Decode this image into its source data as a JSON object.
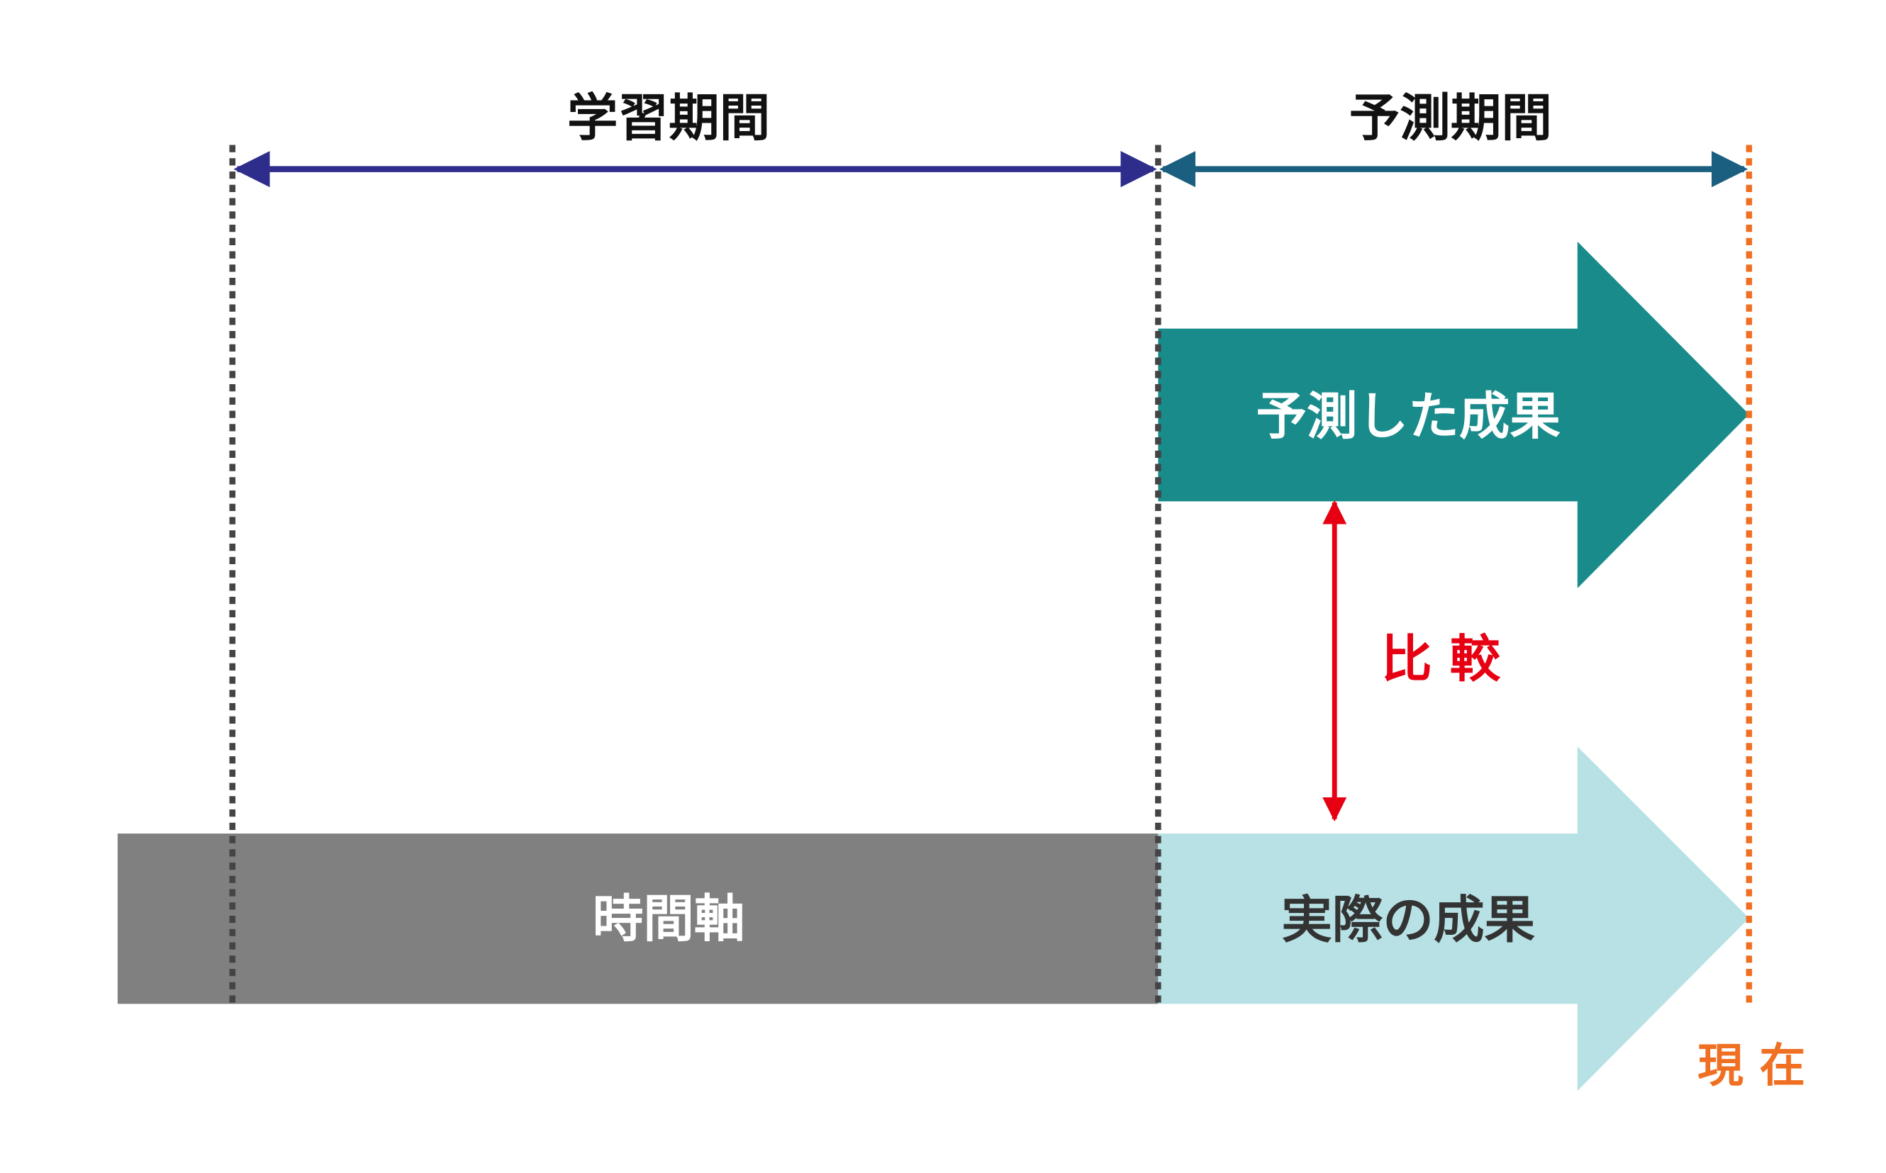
{
  "labels": {
    "training_period": "学習期間",
    "prediction_period": "予測期間",
    "predicted_result": "予測した成果",
    "comparison": "比 較",
    "time_axis": "時間軸",
    "actual_result": "実際の成果",
    "now": "現 在"
  },
  "colors": {
    "training_arrow": "#2e2d8c",
    "prediction_arrow": "#1b5f80",
    "predicted_block": "#1a8b8b",
    "actual_block": "#b7e1e4",
    "time_axis": "#808080",
    "comparison": "#e60012",
    "now": "#f07023",
    "divider": "#444444"
  }
}
